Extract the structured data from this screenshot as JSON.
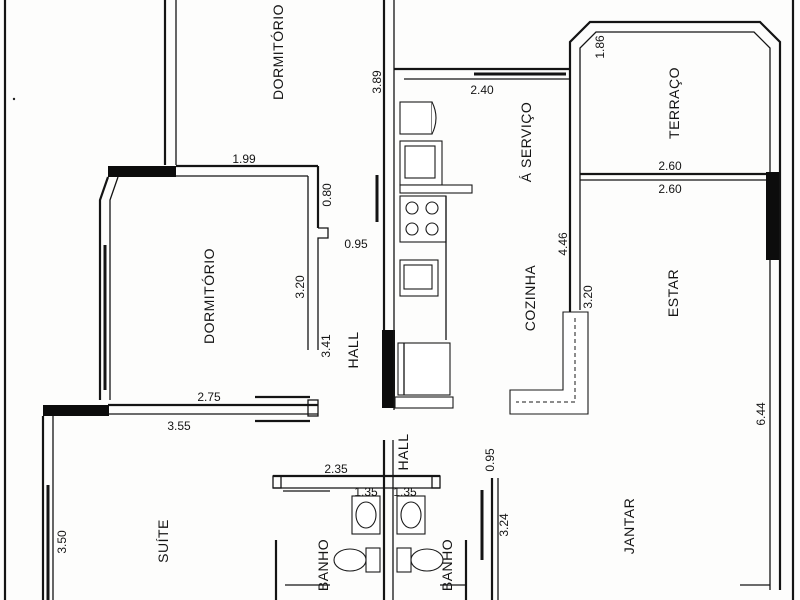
{
  "rooms": {
    "dormitorio_top": "DORMITÓRIO",
    "dormitorio_left": "DORMITÓRIO",
    "area_servico": "Á SERVIÇO",
    "terraco": "TERRAÇO",
    "cozinha": "COZINHA",
    "estar": "ESTAR",
    "hall_vertical": "HALL",
    "hall_center": "HALL",
    "suite": "SUÍTE",
    "jantar": "JANTAR",
    "banho_left": "BANHO",
    "banho_right": "BANHO"
  },
  "dimensions": {
    "d_389": "3.89",
    "d_240": "2.40",
    "d_186": "1.86",
    "d_199": "1.99",
    "d_080": "0.80",
    "d_095_hall": "0.95",
    "d_260_top": "2.60",
    "d_260_bottom": "2.60",
    "d_446": "4.46",
    "d_320_dorm": "3.20",
    "d_320_cozinha": "3.20",
    "d_341": "3.41",
    "d_275": "2.75",
    "d_355": "3.55",
    "d_644": "6.44",
    "d_095_bath": "0.95",
    "d_235": "2.35",
    "d_135_left": "1.35",
    "d_135_right": "1.35",
    "d_324": "3.24",
    "d_350": "3.50"
  }
}
